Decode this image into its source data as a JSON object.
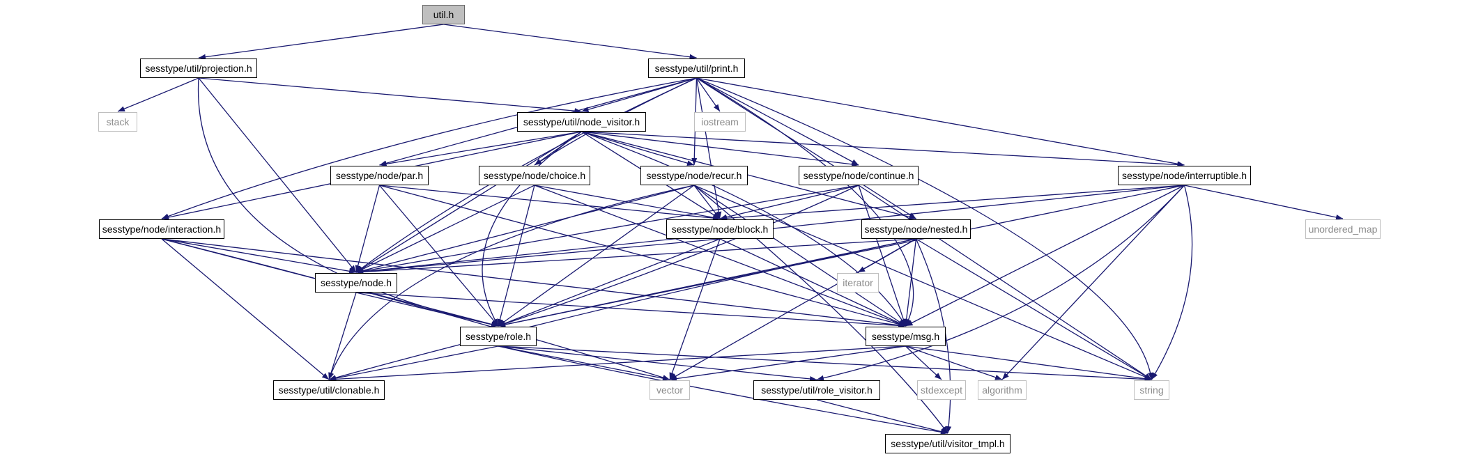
{
  "colors": {
    "edge": "#191970",
    "root_fill": "#bfbfbf",
    "system_border": "#bfbfbf",
    "system_text": "#8c8c8c"
  },
  "nodes": [
    {
      "id": "util",
      "label": "util.h",
      "kind": "root"
    },
    {
      "id": "projection",
      "label": "sesstype/util/projection.h",
      "kind": "local"
    },
    {
      "id": "print",
      "label": "sesstype/util/print.h",
      "kind": "local"
    },
    {
      "id": "stack",
      "label": "stack",
      "kind": "system"
    },
    {
      "id": "node_visitor",
      "label": "sesstype/util/node_visitor.h",
      "kind": "local"
    },
    {
      "id": "iostream",
      "label": "iostream",
      "kind": "system"
    },
    {
      "id": "par",
      "label": "sesstype/node/par.h",
      "kind": "local"
    },
    {
      "id": "choice",
      "label": "sesstype/node/choice.h",
      "kind": "local"
    },
    {
      "id": "recur",
      "label": "sesstype/node/recur.h",
      "kind": "local"
    },
    {
      "id": "continue",
      "label": "sesstype/node/continue.h",
      "kind": "local"
    },
    {
      "id": "interruptible",
      "label": "sesstype/node/interruptible.h",
      "kind": "local"
    },
    {
      "id": "interaction",
      "label": "sesstype/node/interaction.h",
      "kind": "local"
    },
    {
      "id": "block",
      "label": "sesstype/node/block.h",
      "kind": "local"
    },
    {
      "id": "nested",
      "label": "sesstype/node/nested.h",
      "kind": "local"
    },
    {
      "id": "unordered_map",
      "label": "unordered_map",
      "kind": "system"
    },
    {
      "id": "node",
      "label": "sesstype/node.h",
      "kind": "local"
    },
    {
      "id": "iterator",
      "label": "iterator",
      "kind": "system"
    },
    {
      "id": "role",
      "label": "sesstype/role.h",
      "kind": "local"
    },
    {
      "id": "msg",
      "label": "sesstype/msg.h",
      "kind": "local"
    },
    {
      "id": "clonable",
      "label": "sesstype/util/clonable.h",
      "kind": "local"
    },
    {
      "id": "vector",
      "label": "vector",
      "kind": "system"
    },
    {
      "id": "role_visitor",
      "label": "sesstype/util/role_visitor.h",
      "kind": "local"
    },
    {
      "id": "stdexcept",
      "label": "stdexcept",
      "kind": "system"
    },
    {
      "id": "algorithm",
      "label": "algorithm",
      "kind": "system"
    },
    {
      "id": "string",
      "label": "string",
      "kind": "system"
    },
    {
      "id": "visitor_tmpl",
      "label": "sesstype/util/visitor_tmpl.h",
      "kind": "local"
    }
  ]
}
